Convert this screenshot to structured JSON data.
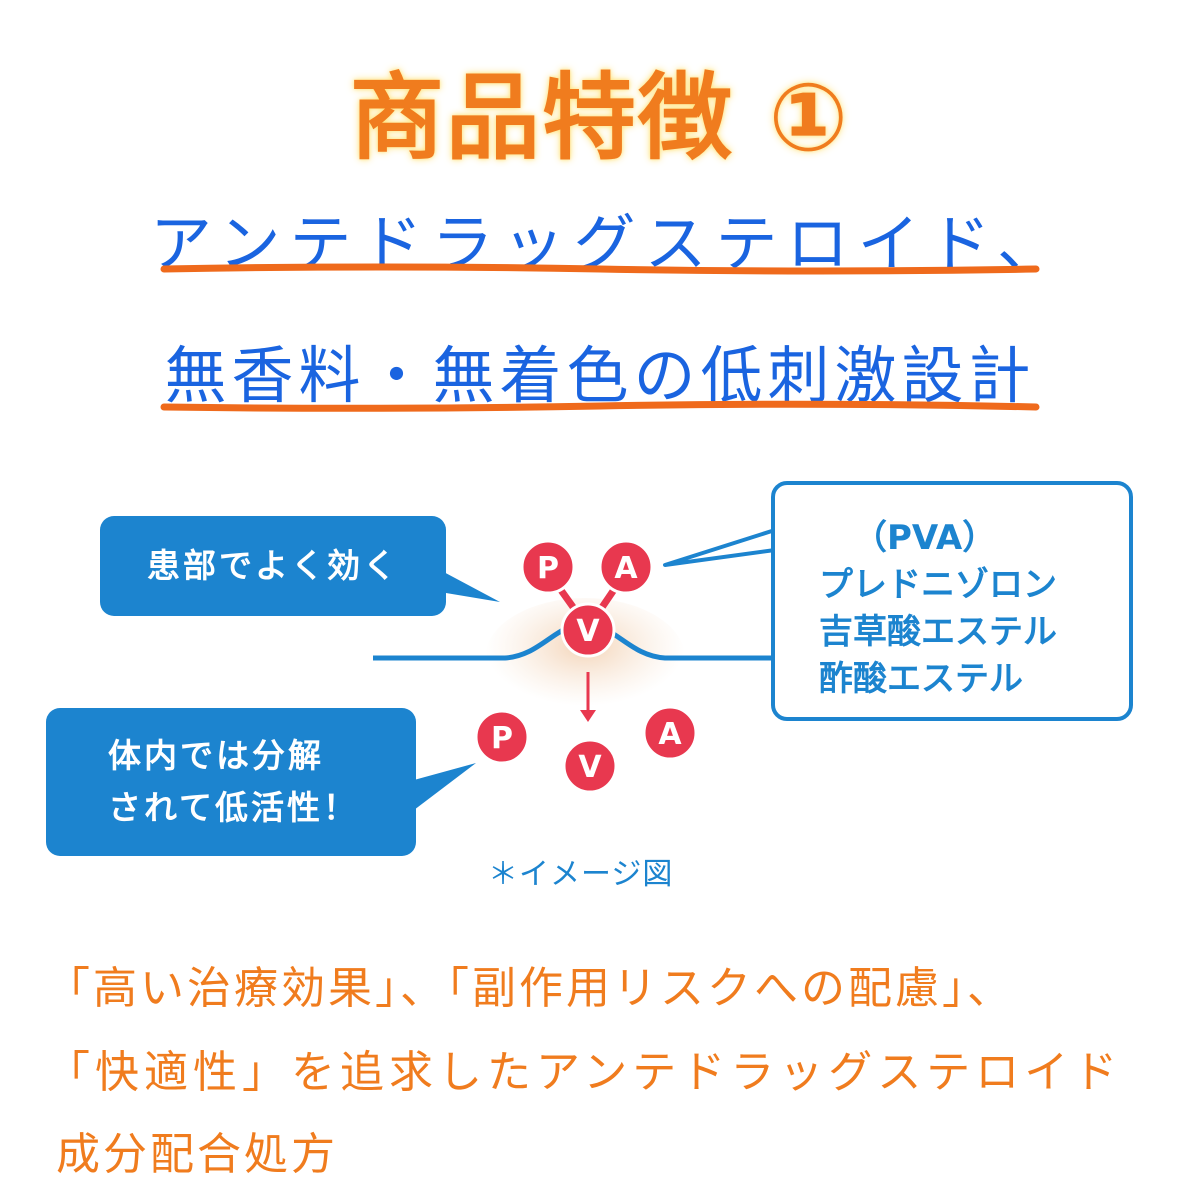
{
  "title": "商品特徴 ①",
  "headline": {
    "line1": "アンテドラッグステロイド、",
    "line2": "無香料・無着色の低刺激設計"
  },
  "diagram": {
    "bubble_top": "患部でよく効く",
    "bubble_bottom": [
      "体内では分解",
      "されて低活性！"
    ],
    "info_box": [
      "（PVA）",
      "プレドニゾロン",
      "吉草酸エステル",
      "酢酸エステル"
    ],
    "molecule_letters": {
      "p": "P",
      "v": "V",
      "a": "A"
    },
    "image_note": "＊イメージ図"
  },
  "footer": {
    "line1": "「高い治療効果」、「副作用リスクへの配慮」、",
    "line2": "「快適性」を追求したアンテドラッグステロイド",
    "line3": "成分配合処方"
  },
  "colors": {
    "title": "#f07c1e",
    "headline": "#1a64e0",
    "underline": "#ef6a1c",
    "diagram_blue": "#1c84cf",
    "molecule_red": "#e8384f",
    "footer": "#f07c1e"
  }
}
